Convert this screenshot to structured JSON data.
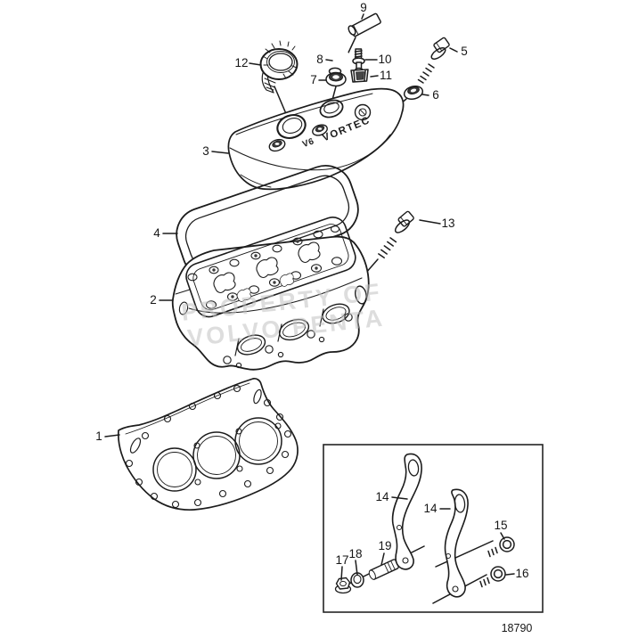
{
  "figure": {
    "drawing_number": "18790",
    "valve_cover_markings": {
      "v6": "V6",
      "vortec": "VORTEC"
    },
    "watermark": {
      "line1": "PROPERTY OF",
      "line2": "VOLVO PENTA"
    },
    "ink_color": "#1c1c1c",
    "watermark_color": "#c3c3c3",
    "callouts": {
      "c1": "1",
      "c2": "2",
      "c3": "3",
      "c4": "4",
      "c5": "5",
      "c6": "6",
      "c7": "7",
      "c8": "8",
      "c9": "9",
      "c10": "10",
      "c11": "11",
      "c12": "12",
      "c13": "13",
      "c14_left": "14",
      "c14_right": "14",
      "c15": "15",
      "c16": "16",
      "c17": "17",
      "c18": "18",
      "c19": "19"
    }
  }
}
